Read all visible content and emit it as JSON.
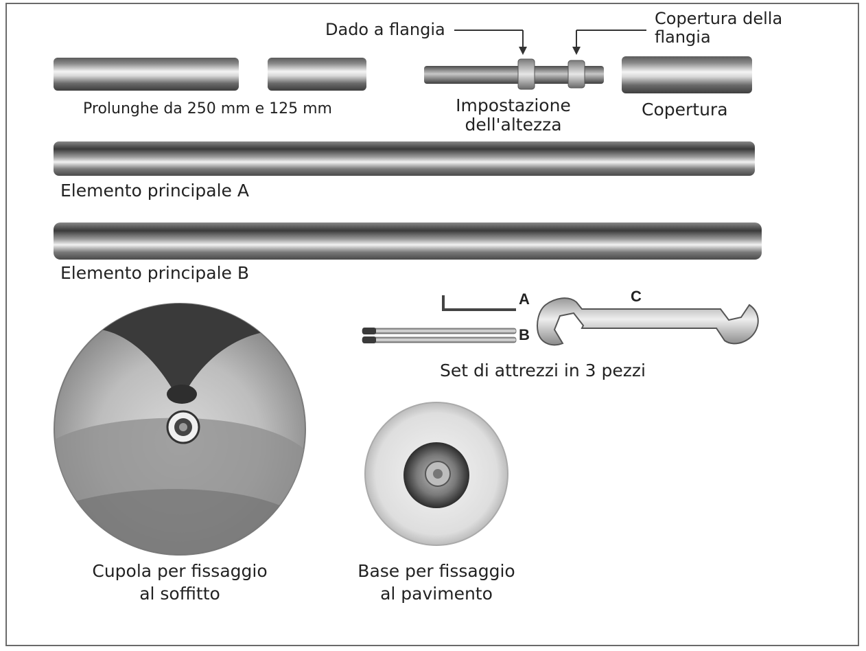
{
  "labels": {
    "extensions": "Prolunghe da 250 mm e 125 mm",
    "flange_nut": "Dado a flangia",
    "flange_cover_line1": "Copertura della",
    "flange_cover_line2": "flangia",
    "height_setting_line1": "Impostazione",
    "height_setting_line2": "dell'altezza",
    "cover": "Copertura",
    "main_element_a": "Elemento principale A",
    "main_element_b": "Elemento principale B",
    "tool_a": "A",
    "tool_b": "B",
    "tool_c": "C",
    "tool_set": "Set di attrezzi in 3 pezzi",
    "ceiling_dome_line1": "Cupola per fissaggio",
    "ceiling_dome_line2": "al soffitto",
    "floor_base_line1": "Base per fissaggio",
    "floor_base_line2": "al pavimento"
  },
  "colors": {
    "frame": "#6a6a6a",
    "text": "#222222",
    "metal_dark": "#4d4d4d",
    "metal_light": "#f2f2f2"
  }
}
